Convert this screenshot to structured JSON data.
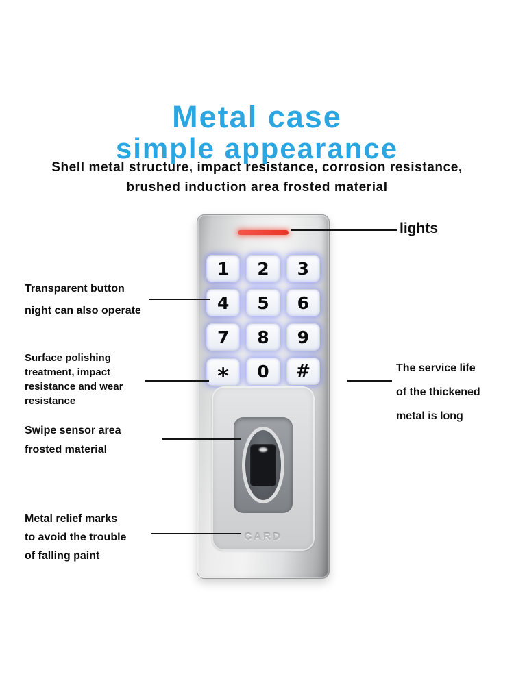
{
  "title": {
    "line1": "Metal case",
    "line2": "simple appearance"
  },
  "subtitle": {
    "line1": "Shell metal structure, impact resistance, corrosion resistance,",
    "line2": "brushed induction area frosted material"
  },
  "device": {
    "keys": [
      "1",
      "2",
      "3",
      "4",
      "5",
      "6",
      "7",
      "8",
      "9",
      "*",
      "0",
      "#"
    ],
    "brand_text": "CARD"
  },
  "callouts": {
    "lights": {
      "label": "lights"
    },
    "transparent_button": {
      "lines": [
        "Transparent button",
        "night can also operate"
      ]
    },
    "surface_polishing": {
      "lines": [
        "Surface polishing",
        "treatment, impact",
        "resistance and wear",
        "resistance"
      ]
    },
    "service_life": {
      "lines": [
        "The service life",
        "of the thickened",
        "metal is long"
      ]
    },
    "swipe_sensor": {
      "lines": [
        "Swipe sensor area",
        "frosted material"
      ]
    },
    "metal_relief": {
      "lines": [
        "Metal relief marks",
        "to avoid the trouble",
        "of falling paint"
      ]
    }
  },
  "colors": {
    "title_blue": "#2BA6E0",
    "led_red": "#EA3425",
    "key_glow": "#5A5FFA"
  }
}
